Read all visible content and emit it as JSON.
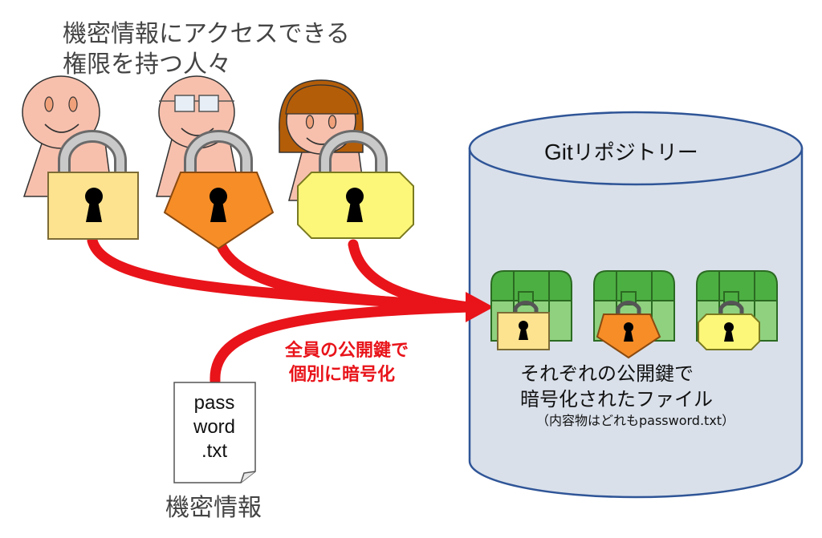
{
  "people_caption": {
    "line1": "機密情報にアクセスできる",
    "line2": "権限を持つ人々"
  },
  "repository": {
    "label_prefix": "Git",
    "label_suffix": "リポジトリー",
    "description_line1": "それぞれの公開鍵で",
    "description_line2": "暗号化されたファイル",
    "note": "（内容物はどれもpassword.txt）"
  },
  "encryption_note": {
    "line1": "全員の公開鍵で",
    "line2": "個別に暗号化"
  },
  "file": {
    "line1": "pass",
    "line2": "word",
    "line3": ".txt",
    "caption": "機密情報"
  },
  "colors": {
    "arrow": "#e8141a",
    "skin": "#f7c0ad",
    "lock_person1": "#fde38f",
    "lock_person2": "#f78d27",
    "lock_person3": "#fcf679",
    "chest": "#4caf42",
    "repository_fill": "#d9e0ea",
    "repository_stroke": "#2f5597"
  }
}
